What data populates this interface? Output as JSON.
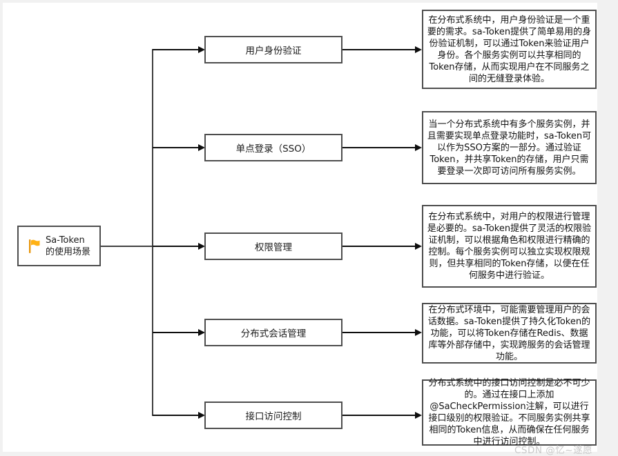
{
  "root": {
    "title_line1": "Sa-Token",
    "title_line2": "的使用场景"
  },
  "nodes": [
    {
      "label": "用户身份验证",
      "description": "在分布式系统中，用户身份验证是一个重要的需求。sa-Token提供了简单易用的身份验证机制，可以通过Token来验证用户身份。各个服务实例可以共享相同的Token存储，从而实现用户在不同服务之间的无缝登录体验。"
    },
    {
      "label": "单点登录（SSO）",
      "description": "当一个分布式系统中有多个服务实例，并且需要实现单点登录功能时，sa-Token可以作为SSO方案的一部分。通过验证Token，并共享Token的存储，用户只需要登录一次即可访问所有服务实例。"
    },
    {
      "label": "权限管理",
      "description": "在分布式系统中，对用户的权限进行管理是必要的。sa-Token提供了灵活的权限验证机制，可以根据角色和权限进行精确的控制。每个服务实例可以独立实现权限规则，但共享相同的Token存储，以便在任何服务中进行验证。"
    },
    {
      "label": "分布式会话管理",
      "description": "在分布式环境中，可能需要管理用户的会话数据。sa-Token提供了持久化Token的功能，可以将Token存储在Redis、数据库等外部存储中，实现跨服务的会话管理功能。"
    },
    {
      "label": "接口访问控制",
      "description": "分布式系统中的接口访问控制是必不可少的。通过在接口上添加@SaCheckPermission注解，可以进行接口级别的权限验证。不同服务实例共享相同的Token信息，从而确保在任何服务中进行访问控制。"
    }
  ],
  "watermark": "CSDN @忆~遂愿",
  "colors": {
    "box_border": "#4d4d4d",
    "line": "#3f3f3f",
    "arrow": "#0d0d0d",
    "flag": "#ffb114",
    "flag_pole": "#e8960c",
    "watermark": "#c9c9c9",
    "frame": "#f1f1f1"
  }
}
